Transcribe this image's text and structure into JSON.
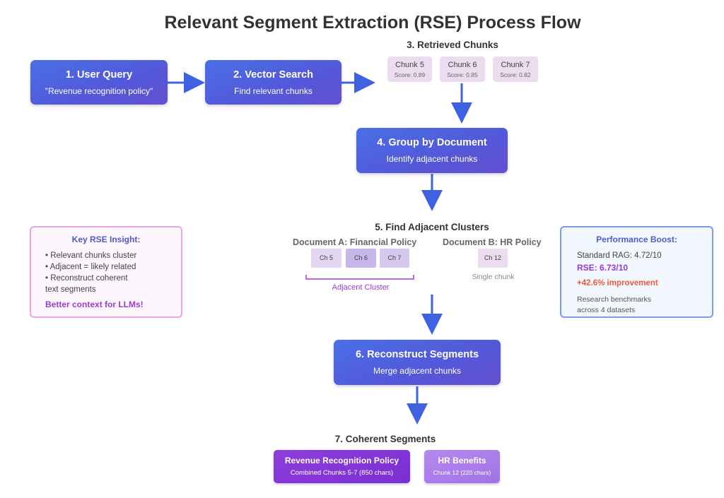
{
  "title": "Relevant Segment Extraction (RSE) Process Flow",
  "steps": {
    "query": {
      "title": "1. User Query",
      "sub": "\"Revenue recognition policy\""
    },
    "search": {
      "title": "2. Vector Search",
      "sub": "Find relevant chunks"
    },
    "retrieved": {
      "title": "3. Retrieved Chunks",
      "chunks": [
        {
          "label": "Chunk 5",
          "score": "Score: 0.89"
        },
        {
          "label": "Chunk 6",
          "score": "Score: 0.85"
        },
        {
          "label": "Chunk 7",
          "score": "Score: 0.82"
        }
      ]
    },
    "group": {
      "title": "4. Group by Document",
      "sub": "Identify adjacent chunks"
    },
    "clusters": {
      "title": "5. Find Adjacent Clusters",
      "doc_a": {
        "label": "Document A: Financial Policy",
        "chunks": [
          "Ch 5",
          "Ch 6",
          "Ch 7"
        ],
        "cluster_label": "Adjacent Cluster"
      },
      "doc_b": {
        "label": "Document B: HR Policy",
        "chunks": [
          "Ch 12"
        ],
        "note": "Single chunk"
      }
    },
    "reconstruct": {
      "title": "6. Reconstruct Segments",
      "sub": "Merge adjacent chunks"
    },
    "coherent": {
      "title": "7. Coherent Segments",
      "segments": [
        {
          "title": "Revenue Recognition Policy",
          "sub": "Combined Chunks 5-7 (850 chars)"
        },
        {
          "title": "HR Benefits",
          "sub": "Chunk 12 (220 chars)"
        }
      ]
    }
  },
  "insight": {
    "heading": "Key RSE Insight:",
    "lines": [
      "• Relevant chunks cluster",
      "• Adjacent = likely related",
      "• Reconstruct coherent",
      "text segments"
    ],
    "footer": "Better context for LLMs!"
  },
  "performance": {
    "heading": "Performance Boost:",
    "standard": "Standard RAG: 4.72/10",
    "rse": "RSE: 6.73/10",
    "improvement": "+42.6% improvement",
    "note_lines": [
      "Research benchmarks",
      "across 4 datasets"
    ]
  },
  "colors": {
    "arrow": "#3f62e0",
    "box_blue": "#5358d9",
    "chunk_light": "#ecdcf0",
    "chunk_mid": "#c8b8ea",
    "cluster_purple": "#9a3ad4",
    "improvement_red": "#ef5a3c"
  }
}
